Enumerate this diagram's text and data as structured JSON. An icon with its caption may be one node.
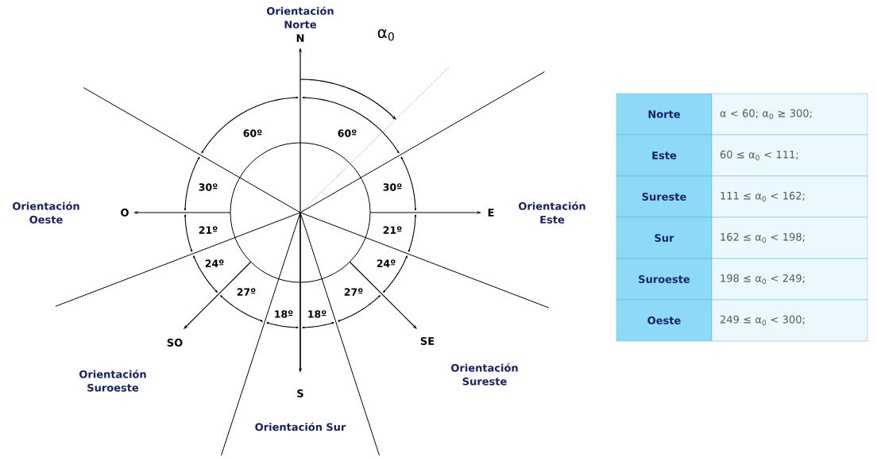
{
  "diagram": {
    "labels": [
      "Orientación Norte",
      "N",
      "α$_{0}$",
      "60º",
      "60º",
      "30º",
      "30º",
      "Orientación Oeste",
      "O",
      "E",
      "Orientación Este",
      "21º",
      "21º",
      "24º",
      "24º",
      "27º",
      "27º",
      "18º",
      "18º",
      "SO",
      "SE",
      "Orientación Suroeste",
      "Orientación Sureste",
      "S",
      "Orientación Sur",
      "Norte",
      "α < 60; α$_{0}$ ≥ 300;",
      "Este",
      "60 ≤ α$_{0}$ < 111;",
      "Sureste",
      "111 ≤ α$_{0}$ < 162;",
      "Sur",
      "162 ≤ α$_{0}$ < 198;",
      "Suroeste",
      "198 ≤ α$_{0}$ < 249;",
      "Oeste",
      "249 ≤ α$_{0}$ < 300;"
    ]
  }
}
